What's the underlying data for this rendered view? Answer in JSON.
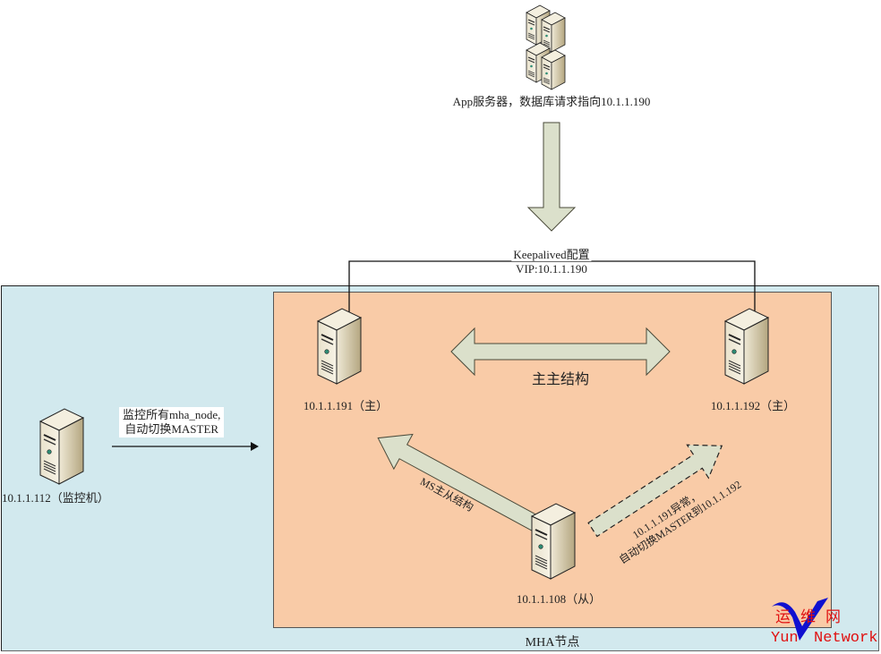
{
  "app_server": {
    "label": "App服务器，数据库请求指向10.1.1.190",
    "icon": "server-cluster-icon"
  },
  "keepalived": {
    "line1": "Keepalived配置",
    "line2": "VIP:10.1.1.190"
  },
  "nodes": {
    "master1": {
      "label": "10.1.1.191（主）",
      "icon": "server-tower-icon"
    },
    "master2": {
      "label": "10.1.1.192（主）",
      "icon": "server-tower-icon"
    },
    "slave": {
      "label": "10.1.1.108（从）",
      "icon": "server-tower-icon"
    },
    "monitor": {
      "label": "10.1.1.112（监控机）",
      "icon": "server-tower-icon"
    }
  },
  "arrows": {
    "master_master": "主主结构",
    "ms_replication": "MS主从结构",
    "failover_line1": "10.1.1.191异常，",
    "failover_line2": "自动切换MASTER到10.1.1.192",
    "monitor_line1": "监控所有mha_node,",
    "monitor_line2": "自动切换MASTER"
  },
  "groups": {
    "mha_nodes": "MHA节点"
  },
  "watermark": {
    "cn": "运维网",
    "cn_chars": [
      "运",
      "维",
      "网"
    ],
    "en_left": "Yun",
    "en_right": "Network"
  },
  "colors": {
    "outer_bg": "#d2e9ee",
    "inner_bg": "#f9cba7",
    "arrow_fill": "#dbe0cb",
    "arrow_stroke": "#4a4a3a",
    "logo_red": "#e01010",
    "logo_blue": "#1010d0"
  }
}
